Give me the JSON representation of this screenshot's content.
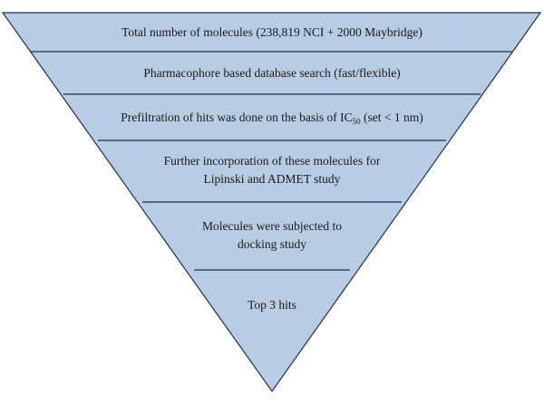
{
  "diagram": {
    "type": "inverted-pyramid-funnel",
    "fill_color": "#b8cce4",
    "line_color": "#1f2f4a",
    "levels": [
      {
        "text": "Total number of molecules (238,819 NCI + 2000 Maybridge)"
      },
      {
        "text": "Pharmacophore based database search (fast/flexible)"
      },
      {
        "text_prefix": "Prefiltration of hits was done on the basis of IC",
        "subscript": "50",
        "text_suffix": " (set < 1 nm)"
      },
      {
        "line1": "Further incorporation of these molecules for",
        "line2": "Lipinski and ADMET study"
      },
      {
        "line1": "Molecules were subjected to",
        "line2": "docking study"
      },
      {
        "text": "Top 3 hits"
      }
    ]
  }
}
